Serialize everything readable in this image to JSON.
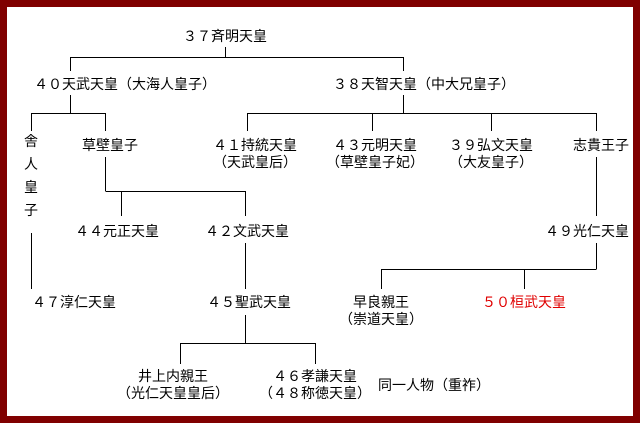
{
  "colors": {
    "frame": "#800000",
    "line": "#000000",
    "text": "#000000",
    "highlight": "#e00000"
  },
  "nodes": {
    "n37": {
      "name": "３７斉明天皇"
    },
    "n40": {
      "name": "４０天武天皇（大海人皇子）"
    },
    "n38": {
      "name": "３８天智天皇（中大兄皇子）"
    },
    "toneri": {
      "chars": [
        "舎",
        "人",
        "皇",
        "子"
      ]
    },
    "kusakabe": {
      "name": "草壁皇子"
    },
    "n41": {
      "name": "４１持統天皇",
      "sub": "（天武皇后）"
    },
    "n43": {
      "name": "４３元明天皇",
      "sub": "（草壁皇子妃）"
    },
    "n39": {
      "name": "３９弘文天皇",
      "sub": "（大友皇子）"
    },
    "shiki": {
      "name": "志貴王子"
    },
    "n44": {
      "name": "４４元正天皇"
    },
    "n42": {
      "name": "４２文武天皇"
    },
    "n49": {
      "name": "４９光仁天皇"
    },
    "n47": {
      "name": "４７淳仁天皇"
    },
    "n45": {
      "name": "４５聖武天皇"
    },
    "sawara": {
      "name": "早良親王",
      "sub": "（崇道天皇）"
    },
    "n50": {
      "name": "５０桓武天皇"
    },
    "inoue": {
      "name": "井上内親王",
      "sub": "（光仁天皇皇后）"
    },
    "n46": {
      "name": "４６孝謙天皇",
      "sub": "（４８称徳天皇）"
    }
  },
  "note": "同一人物（重祚）"
}
